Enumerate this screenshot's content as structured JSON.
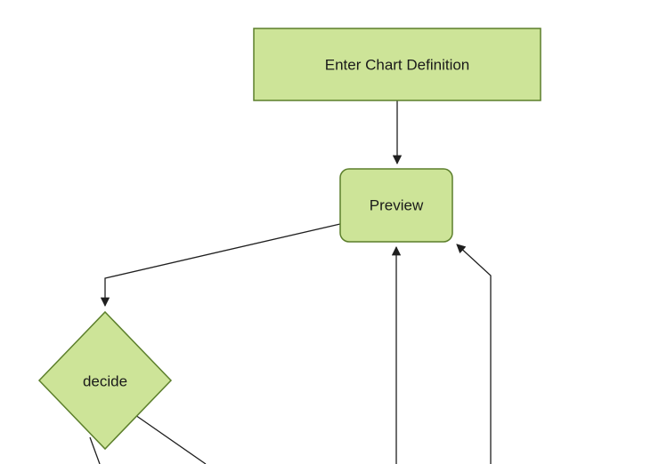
{
  "page": {
    "background": "#ffffff"
  },
  "theme": {
    "node_fill": "#cde498",
    "node_stroke": "#5c7f2b",
    "edge_color": "#1f1f1f",
    "text_color": "#1a1a1a"
  },
  "diagram": {
    "type": "flowchart",
    "direction": "top-down",
    "nodes": [
      {
        "id": "A",
        "label": "Enter Chart Definition",
        "shape": "rectangle"
      },
      {
        "id": "B",
        "label": "Preview",
        "shape": "rounded-rectangle"
      },
      {
        "id": "C",
        "label": "decide",
        "shape": "diamond"
      }
    ],
    "edges": [
      {
        "from": "A",
        "to": "B",
        "arrow": true
      },
      {
        "from": "B",
        "to": "C",
        "arrow": true
      },
      {
        "from": "offscreen-bottom-center",
        "to": "B",
        "arrow": true
      },
      {
        "from": "offscreen-bottom-right",
        "to": "B",
        "arrow": true
      },
      {
        "from": "C",
        "to": "offscreen-bottom-left",
        "arrow": false
      },
      {
        "from": "C",
        "to": "offscreen-bottom-right",
        "arrow": false
      }
    ]
  }
}
